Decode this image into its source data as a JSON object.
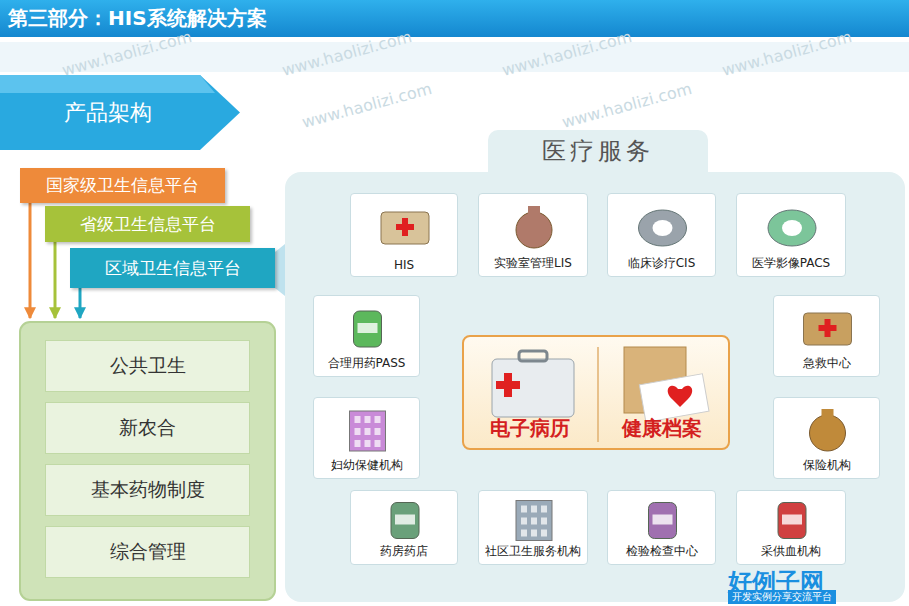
{
  "diagram": {
    "title": "第三部分：HIS系统解决方案",
    "nodes": [
      {
        "text": [
          "产品架构"
        ]
      },
      {
        "text": [
          "国家级卫生信息平台"
        ]
      },
      {
        "text": [
          "省级卫生信息平台"
        ]
      },
      {
        "text": [
          "区域卫生信息平台"
        ]
      },
      {
        "text": [
          "公共卫生"
        ]
      },
      {
        "text": [
          "新农合"
        ]
      },
      {
        "text": [
          "基本药物制度"
        ]
      },
      {
        "text": [
          "综合管理"
        ]
      },
      {
        "text": [
          "医疗服务"
        ]
      },
      {
        "text": [
          "HIS"
        ],
        "in": 8
      },
      {
        "text": [
          "实验室管理LIS"
        ],
        "in": 8
      },
      {
        "text": [
          "临床诊疗CIS"
        ],
        "in": 8
      },
      {
        "text": [
          "医学影像PACS"
        ],
        "in": 8
      },
      {
        "text": [
          "合理用药PASS"
        ],
        "in": 8
      },
      {
        "text": [
          "急救中心"
        ],
        "in": 8
      },
      {
        "text": [
          "妇幼保健机构"
        ],
        "in": 8
      },
      {
        "text": [
          "保险机构"
        ],
        "in": 8
      },
      {
        "text": [
          "药房药店"
        ],
        "in": 8
      },
      {
        "text": [
          "社区卫生服务机构"
        ],
        "in": 8
      },
      {
        "text": [
          "检验检查中心"
        ],
        "in": 8
      },
      {
        "text": [
          "采供血机构"
        ],
        "in": 8
      },
      {
        "text": [
          "电子病历",
          "健康档案"
        ],
        "in": 8
      }
    ],
    "edges": [
      {
        "from": 21,
        "to": 9,
        "arrow": "both"
      },
      {
        "from": 21,
        "to": 10,
        "arrow": "both"
      },
      {
        "from": 21,
        "to": 11,
        "arrow": "both"
      },
      {
        "from": 21,
        "to": 12,
        "arrow": "both"
      },
      {
        "from": 21,
        "to": 13,
        "arrow": "both"
      },
      {
        "from": 21,
        "to": 14,
        "arrow": "both"
      },
      {
        "from": 21,
        "to": 15,
        "arrow": "both"
      },
      {
        "from": 21,
        "to": 16,
        "arrow": "both"
      },
      {
        "from": 21,
        "to": 17,
        "arrow": "both"
      },
      {
        "from": 21,
        "to": 18,
        "arrow": "both"
      },
      {
        "from": 21,
        "to": 19,
        "arrow": "both"
      },
      {
        "from": 21,
        "to": 20,
        "arrow": "both"
      }
    ],
    "labels": [
      "www.haolizi.com",
      "www.haolizi.com",
      "www.haolizi.com",
      "www.haolizi.com",
      "www.haolizi.com",
      "www.haolizi.com",
      "好例子网",
      "开发实例分享交流平台"
    ]
  }
}
